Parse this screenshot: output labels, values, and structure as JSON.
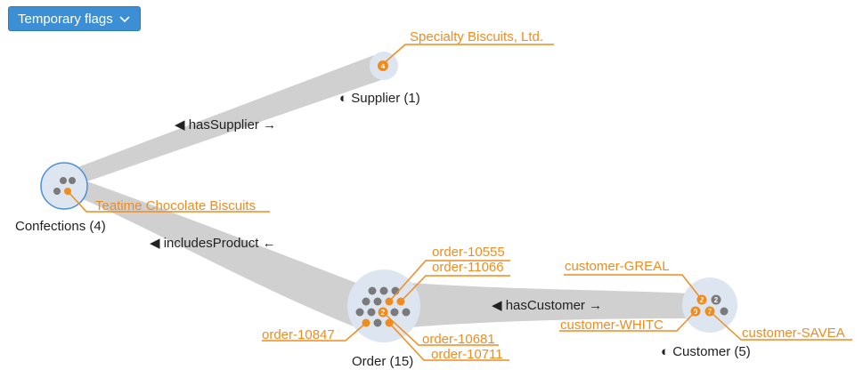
{
  "toolbar": {
    "flags_label": "Temporary flags"
  },
  "nodes": {
    "supplier": "◐ Supplier (1)",
    "confections": "Confections (4)",
    "order": "Order (15)",
    "customer": "◐ Customer (5)"
  },
  "edges": {
    "has_supplier": "◀ hasSupplier →",
    "includes_product": "◀ includesProduct ←",
    "has_customer": "◀ hasCustomer →"
  },
  "items": {
    "specialty_biscuits": "Specialty Biscuits, Ltd.",
    "teatime": "Teatime Chocolate Biscuits",
    "order_10555": "order-10555",
    "order_11066": "order-11066",
    "order_10847": "order-10847",
    "order_10681": "order-10681",
    "order_10711": "order-10711",
    "customer_greal": "customer-GREAL",
    "customer_whitc": "customer-WHITC",
    "customer_savea": "customer-SAVEA"
  },
  "badges": {
    "supplier_4": "4",
    "order_2": "2",
    "cust_a": "2",
    "cust_b": "2",
    "cust_c": "9",
    "cust_d": "7"
  },
  "colors": {
    "accent": "#f08c1e",
    "node_fill": "#dde6f0",
    "edge_fill": "#d0d0d0",
    "dot": "#7a7a7a",
    "button": "#3d8fd5"
  }
}
